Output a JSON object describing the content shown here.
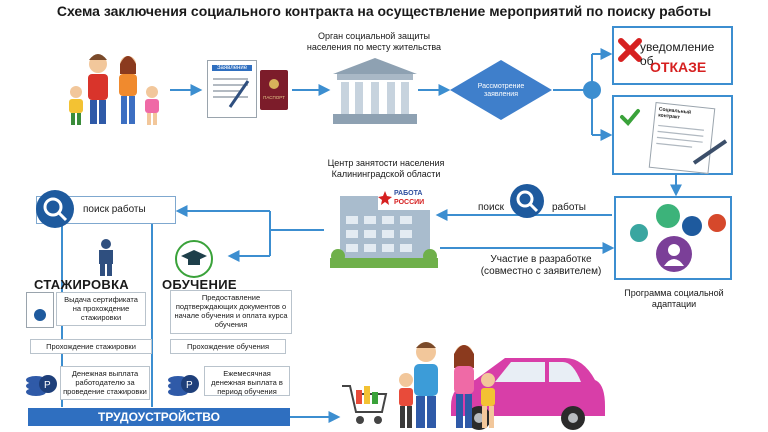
{
  "title": "Схема заключения социального контракта на осуществление мероприятий по поиску работы",
  "social_agency": {
    "label": "Орган социальной защиты населения по месту жительства"
  },
  "application": {
    "form_label": "Заявление",
    "passport_label": "ПАСПОРТ"
  },
  "review": {
    "label": "Рассмотрение заявления"
  },
  "refusal": {
    "line1": "уведомление об",
    "line2": "ОТКАЗЕ"
  },
  "contract": {
    "doc_label": "Социальный контракт"
  },
  "employment_center": {
    "label": "Центр занятости населения Калининградской области",
    "logo_line1": "РАБОТА",
    "logo_line2": "РОССИИ"
  },
  "job_search_right": {
    "word1": "поиск",
    "word2": "работы"
  },
  "participation": {
    "label": "Участие в разработке (совместно с заявителем)"
  },
  "program": {
    "label": "Программа социальной адаптации"
  },
  "job_search_left": {
    "label": "поиск  работы"
  },
  "internship": {
    "title": "СТАЖИРОВКА",
    "step1": "Выдача сертификата на прохождение стажировки",
    "step2": "Прохождение стажировки",
    "step3": "Денежная выплата работодателю за проведение стажировки"
  },
  "training": {
    "title": "ОБУЧЕНИЕ",
    "step1": "Предоставление подтверждающих документов о начале обучения и оплата курса обучения",
    "step2": "Прохождение обучения",
    "step3": "Ежемесячная денежная выплата в период обучения"
  },
  "employment": {
    "label": "ТРУДОУСТРОЙСТВО"
  },
  "colors": {
    "accent": "#3c8ed0",
    "diamond": "#3f7fcb",
    "bar": "#2f6fc0",
    "refuse": "#d62020",
    "car": "#d83ea8"
  }
}
